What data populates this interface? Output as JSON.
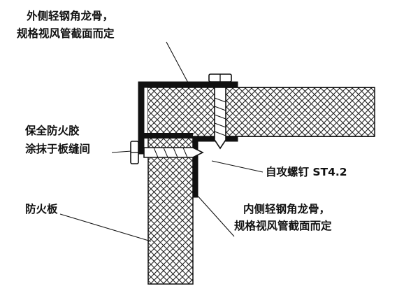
{
  "labels": {
    "outer_keel_line1": "外侧轻钢角龙骨，",
    "outer_keel_line2": "规格视风管截面而定",
    "sealant_line1": "保全防火胶",
    "sealant_line2": "涂抹于板缝间",
    "screw": "自攻螺钉 ST4.2",
    "board": "防火板",
    "inner_keel_line1": "内侧轻钢角龙骨，",
    "inner_keel_line2": "规格视风管截面而定"
  }
}
